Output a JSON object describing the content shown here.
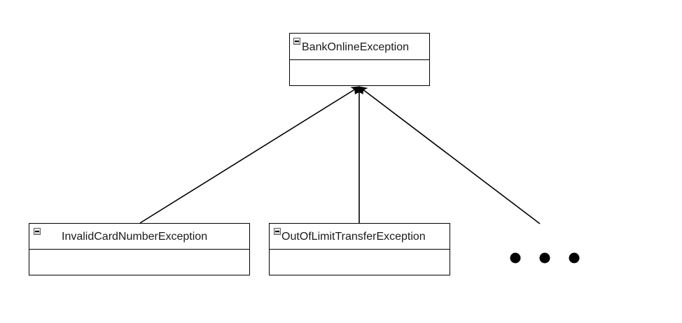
{
  "diagram": {
    "type": "uml-class-inheritance",
    "parent": {
      "name": "BankOnlineException",
      "icon": "collapse-icon"
    },
    "children": [
      {
        "name": "InvalidCardNumberException",
        "icon": "collapse-icon"
      },
      {
        "name": "OutOfLimitTransferException",
        "icon": "collapse-icon"
      }
    ],
    "ellipsis": {
      "glyph": "ellipsis-dots",
      "count": 3
    },
    "relationship": "generalization",
    "colors": {
      "line": "#000000",
      "box_border": "#000000",
      "text": "#1a1a1a",
      "background": "#ffffff"
    }
  }
}
